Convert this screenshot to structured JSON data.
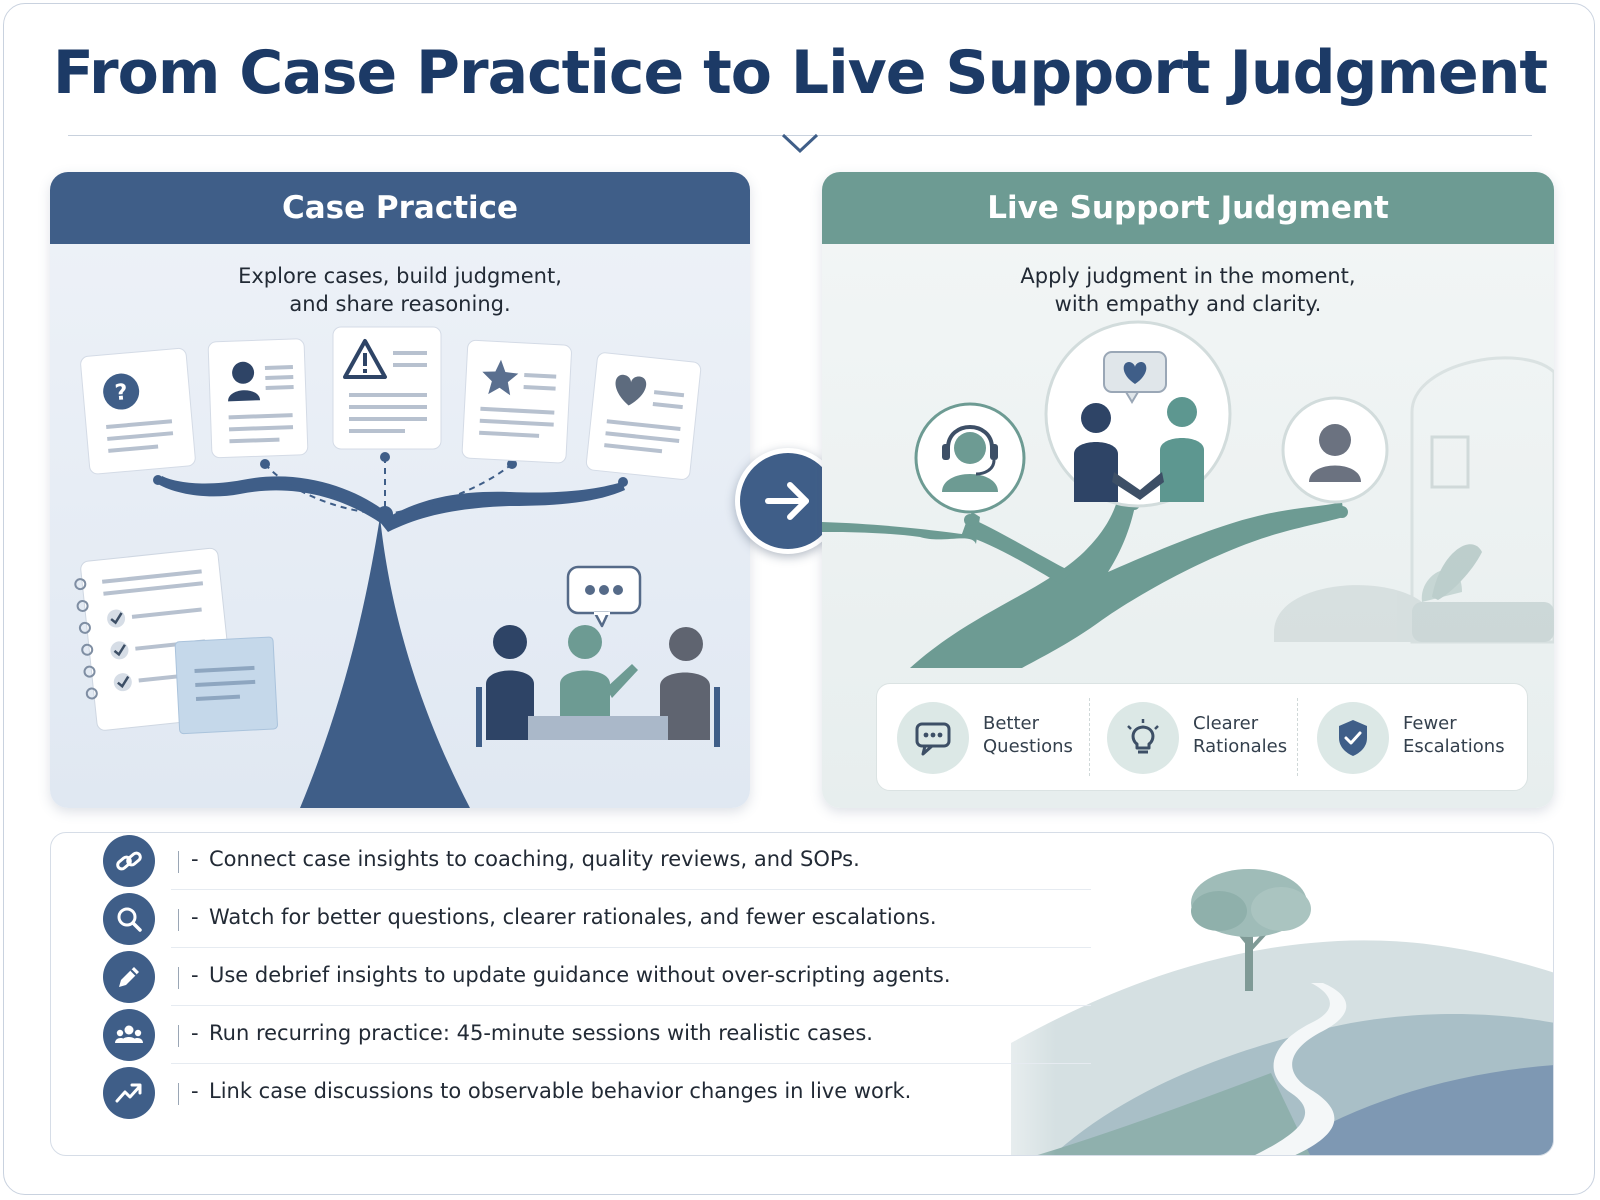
{
  "title": "From Case Practice to Live Support Judgment",
  "left_panel": {
    "heading": "Case Practice",
    "subtitle": "Explore cases, build judgment,\nand share reasoning.",
    "case_cards": [
      "question-icon",
      "person-icon",
      "warning-icon",
      "star-icon",
      "heart-icon"
    ]
  },
  "right_panel": {
    "heading": "Live Support Judgment",
    "subtitle": "Apply judgment in the moment,\nwith empathy and clarity.",
    "benefits": [
      {
        "line1": "Better",
        "line2": "Questions",
        "icon": "chat-bubble-icon"
      },
      {
        "line1": "Clearer",
        "line2": "Rationales",
        "icon": "lightbulb-icon"
      },
      {
        "line1": "Fewer",
        "line2": "Escalations",
        "icon": "shield-check-icon"
      }
    ]
  },
  "action_items": [
    {
      "icon": "link-icon",
      "text": "Connect case insights to coaching, quality reviews, and SOPs."
    },
    {
      "icon": "search-icon",
      "text": "Watch for better questions, clearer rationales, and fewer escalations."
    },
    {
      "icon": "pencil-icon",
      "text": "Use debrief insights to update guidance without over-scripting agents."
    },
    {
      "icon": "group-icon",
      "text": "Run recurring practice: 45-minute sessions with realistic cases."
    },
    {
      "icon": "trend-up-icon",
      "text": "Link case discussions to observable behavior changes in live work."
    }
  ],
  "colors": {
    "navy": "#1c3a66",
    "slate_blue": "#3f5e88",
    "sage": "#6d9b93"
  }
}
